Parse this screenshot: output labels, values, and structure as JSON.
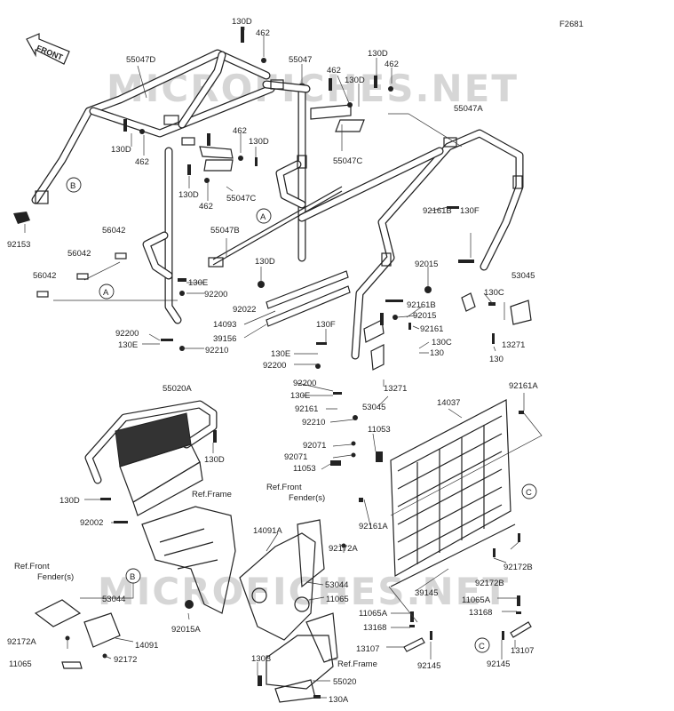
{
  "figure_id": "F2681",
  "front_label": "FRONT",
  "watermarks": [
    "MICROFICHES.NET",
    "MICROFICHES.NET"
  ],
  "callouts": {
    "A": "A",
    "B": "B",
    "C": "C"
  },
  "refs": {
    "front_fender_1": "Ref.Front",
    "front_fender_1b": "Fender(s)",
    "front_fender_2": "Ref.Front",
    "front_fender_2b": "Fender(s)",
    "frame_1": "Ref.Frame",
    "frame_2": "Ref.Frame"
  },
  "labels": {
    "p130D_a": "130D",
    "p462_a": "462",
    "p55047D": "55047D",
    "p55047": "55047",
    "p130D_b": "130D",
    "p462_b": "462",
    "p462_c": "462",
    "p130D_c": "130D",
    "p55047A": "55047A",
    "p130D_d": "130D",
    "p462_d": "462",
    "p462_e": "462",
    "p130D_e": "130D",
    "p55047C_a": "55047C",
    "p130D_f": "130D",
    "p462_f": "462",
    "p55047C_b": "55047C",
    "p92153": "92153",
    "p56042_a": "56042",
    "p56042_b": "56042",
    "p56042_c": "56042",
    "p55047B": "55047B",
    "p130D_g": "130D",
    "p130E_a": "130E",
    "p92200_a": "92200",
    "p92022": "92022",
    "p14093": "14093",
    "p39156": "39156",
    "p92200_b": "92200",
    "p130E_b": "130E",
    "p92210_a": "92210",
    "p92161B_a": "92161B",
    "p130F_a": "130F",
    "p92015_a": "92015",
    "p53045_a": "53045",
    "p92161B_b": "92161B",
    "p92015_b": "92015",
    "p130C_a": "130C",
    "p92161_a": "92161",
    "p13271_a": "13271",
    "p130_a": "130",
    "p130F_b": "130F",
    "p130C_b": "130C",
    "p130_b": "130",
    "p130E_c": "130E",
    "p92200_c": "92200",
    "p92200_d": "92200",
    "p130E_d": "130E",
    "p92161_b": "92161",
    "p92210_b": "92210",
    "p13271_b": "13271",
    "p53045_b": "53045",
    "p55020A": "55020A",
    "p130D_h": "130D",
    "p14037": "14037",
    "p92161A_a": "92161A",
    "p11053_a": "11053",
    "p92071_a": "92071",
    "p92071_b": "92071",
    "p11053_b": "11053",
    "p130D_i": "130D",
    "p92002": "92002",
    "p14091A": "14091A",
    "p92161A_b": "92161A",
    "p92172A_a": "92172A",
    "p53044_a": "53044",
    "p11065_a": "11065",
    "p39145": "39145",
    "p92172B_a": "92172B",
    "p92172B_b": "92172B",
    "p53044_b": "53044",
    "p92015A": "92015A",
    "p11065A_a": "11065A",
    "p13168_a": "13168",
    "p13107_a": "13107",
    "p92145_a": "92145",
    "p11065A_b": "11065A",
    "p13168_b": "13168",
    "p92145_b": "92145",
    "p13107_b": "13107",
    "p92172A_b": "92172A",
    "p14091": "14091",
    "p11065_b": "11065",
    "p92172": "92172",
    "p130B": "130B",
    "p55020": "55020",
    "p130A": "130A"
  }
}
